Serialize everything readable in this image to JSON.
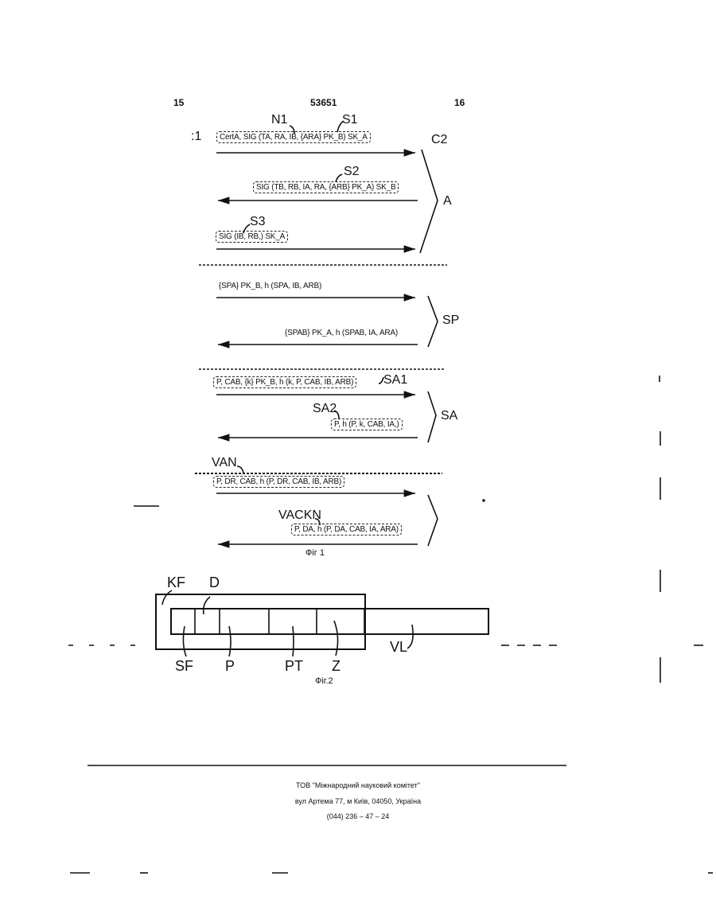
{
  "header": {
    "page_left": "15",
    "patent_number": "53651",
    "page_right": "16"
  },
  "fig1": {
    "caption": "Фіг 1",
    "left_label": ":1",
    "right_label": "C2",
    "labels": {
      "N1": "N1",
      "S1": "S1",
      "S2": "S2",
      "S3": "S3",
      "A": "A",
      "SP": "SP",
      "SA": "SA",
      "SA1": "SA1",
      "SA2": "SA2",
      "VAN": "VAN",
      "VACKN": "VACKN"
    },
    "messages": {
      "m1": "CertA, SIG (TA, RA, IB, {ARA} PK_B) SK_A",
      "m2": "SIG (TB, RB, IA, RA, {ARB} PK_A) SK_B",
      "m3": "SIG (IB, RB,) SK_A",
      "m4": "{SPA} PK_B, h (SPA, IB, ARB)",
      "m5": "{SPAB} PK_A, h (SPAB, IA, ARA)",
      "m6": "P, CAB, {k} PK_B, h (k, P, CAB, IB, ARB)",
      "m7": "P, h (P, k, CAB, IA,)",
      "m8": "P, DR, CAB, h (P, DR, CAB, IB, ARB)",
      "m9": "P, DA, h (P, DA, CAB, IA, ARA)"
    }
  },
  "fig2": {
    "caption": "Фіг.2",
    "labels": {
      "KF": "KF",
      "D": "D",
      "SF": "SF",
      "P": "P",
      "PT": "PT",
      "Z": "Z",
      "VL": "VL"
    }
  },
  "footer": {
    "line1": "ТОВ \"Міжнародний науковий комітет\"",
    "line2": "вул Артема 77, м Київ, 04050, Україна",
    "line3": "(044) 236 – 47 – 24"
  }
}
